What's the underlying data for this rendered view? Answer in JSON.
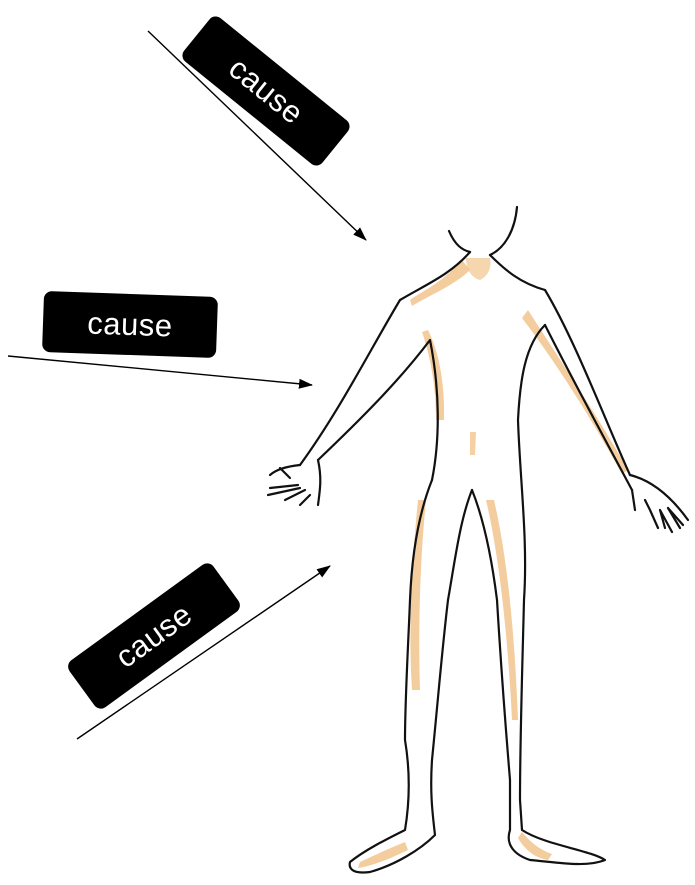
{
  "labels": {
    "top": "cause",
    "middle": "cause",
    "bottom": "cause"
  },
  "colors": {
    "label_background": "#000000",
    "label_text": "#ffffff",
    "body_outline": "#111111",
    "body_shading": "#f1c48c",
    "arrow": "#000000"
  }
}
